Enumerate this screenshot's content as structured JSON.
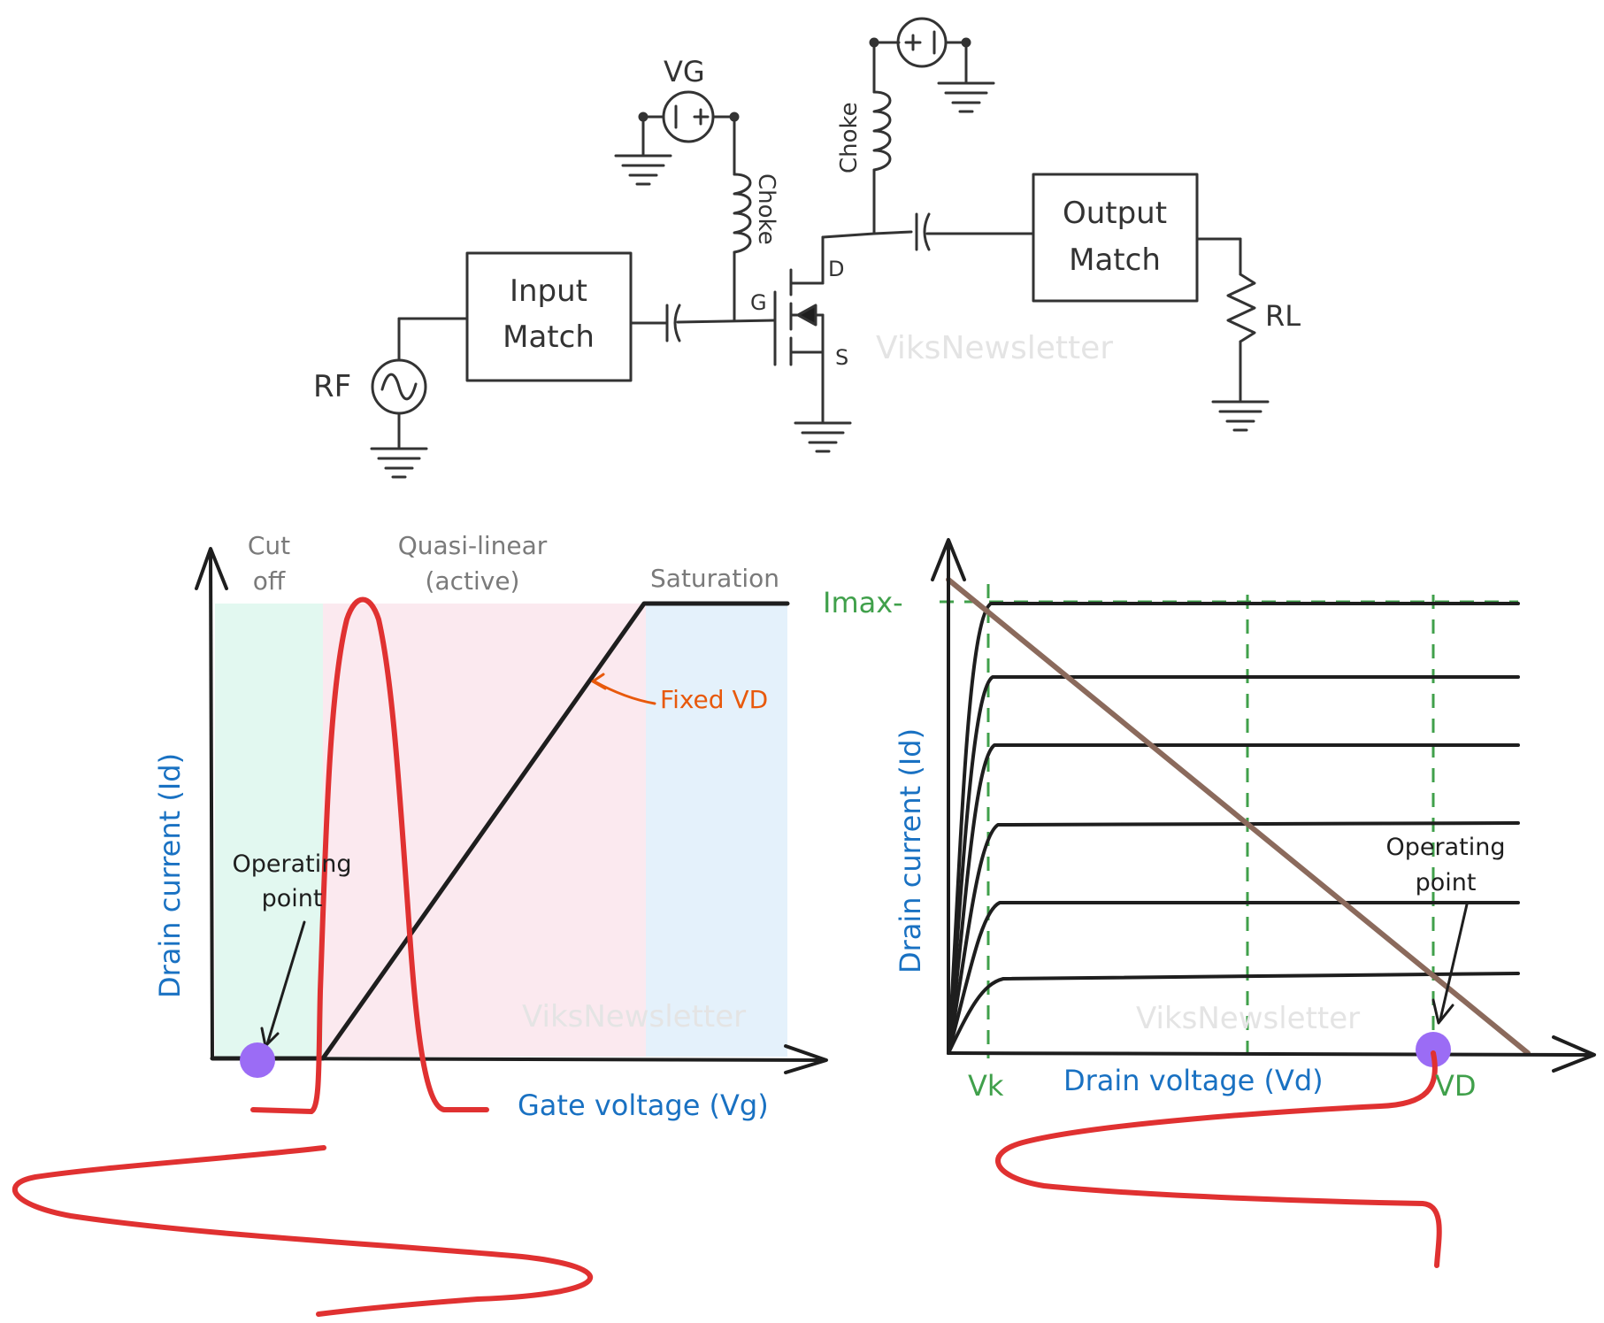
{
  "circuit": {
    "rf_label": "RF",
    "input_match": [
      "Input",
      "Match"
    ],
    "output_match": [
      "Output",
      "Match"
    ],
    "vg_label": "VG",
    "choke_label": "Choke",
    "gate_label": "G",
    "drain_label": "D",
    "source_label": "S",
    "load_label": "RL",
    "watermark": "ViksNewsletter"
  },
  "transfer_plot": {
    "ylabel": "Drain current (Id)",
    "xlabel": "Gate voltage (Vg)",
    "region_cutoff": [
      "Cut",
      "off"
    ],
    "region_linear": [
      "Quasi-linear",
      "(active)"
    ],
    "region_saturation": "Saturation",
    "curve_annotation": "Fixed VD",
    "op_point_label": [
      "Operating",
      "point"
    ],
    "watermark": "ViksNewsletter"
  },
  "output_plot": {
    "ylabel": "Drain current (Id)",
    "xlabel": "Drain voltage (Vd)",
    "imax_label": "Imax-",
    "vk_label": "Vk",
    "vd_label": "VD",
    "op_point_label": [
      "Operating",
      "point"
    ],
    "watermark": "ViksNewsletter"
  },
  "colors": {
    "ink": "#1e1e1e",
    "circuit_ink": "#333333",
    "blue_label": "#1971c2",
    "green": "#40a04b",
    "orange": "#e8590c",
    "red_signal": "#e03131",
    "load_line": "#8b6a5c",
    "op_point": "#9b6cf5",
    "cutoff_fill": "#e2f8f0",
    "linear_fill": "#fbe9ef",
    "saturation_fill": "#e4f1fb",
    "watermark": "#e4e4e4"
  }
}
